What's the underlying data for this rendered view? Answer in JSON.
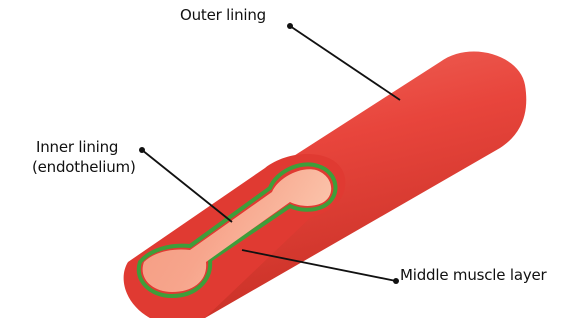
{
  "labels": {
    "outer_lining": "Outer lining",
    "inner_lining": "Inner lining",
    "endothelium": "(endothelium)",
    "middle_muscle_layer": "Middle muscle layer"
  },
  "colors": {
    "outer_wall": "#e8453c",
    "outer_wall_dark": "#c93127",
    "outer_wall_light": "#f06a5e",
    "cut_face": "#e03a32",
    "inner_lining": "#3e9e3a",
    "lumen": "#f7a58c",
    "lumen_light": "#fbc6ad",
    "leader_line": "#111111"
  }
}
